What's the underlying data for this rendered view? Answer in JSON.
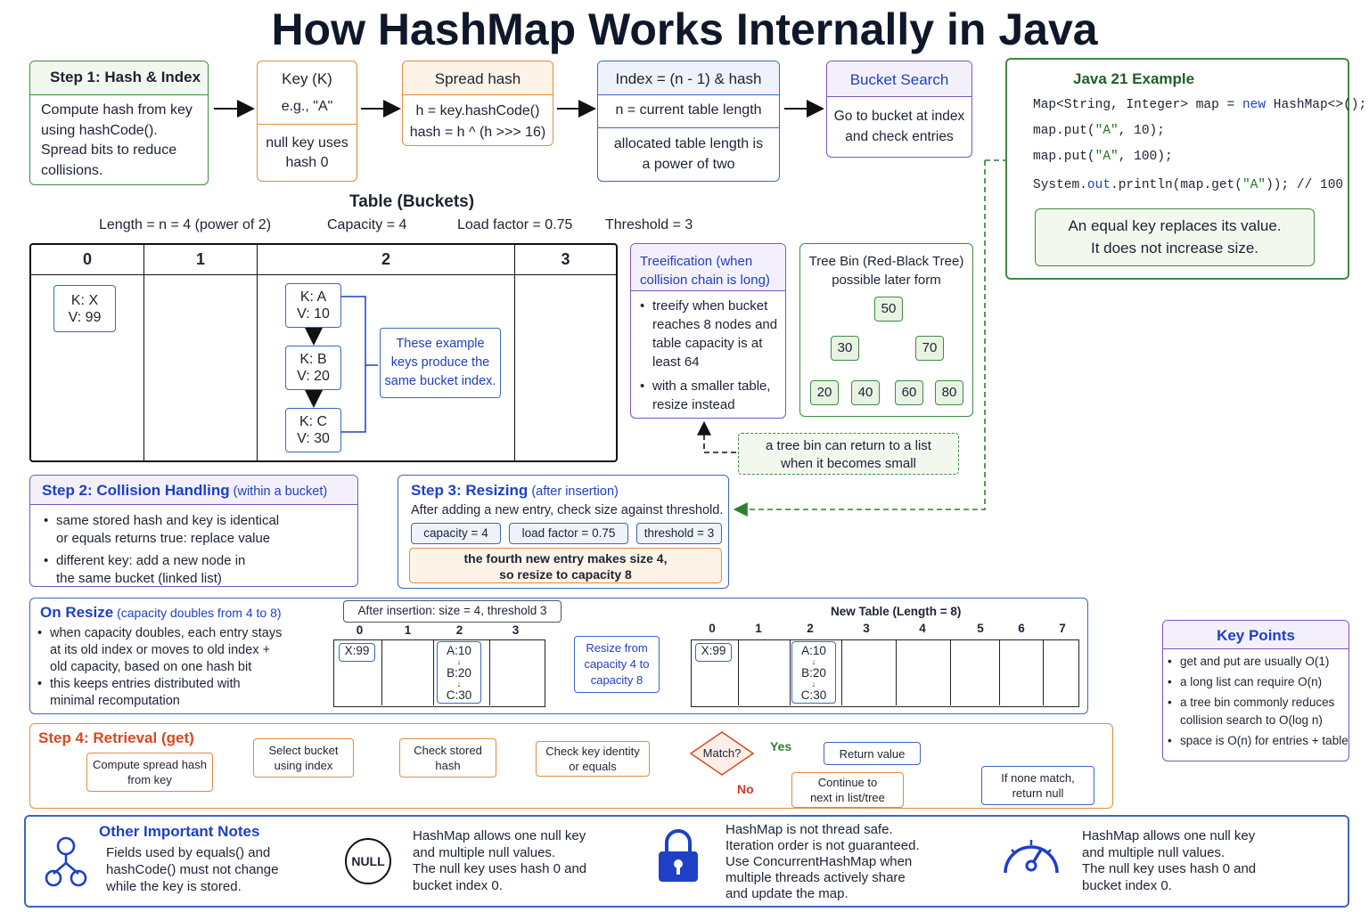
{
  "title": "How HashMap Works Internally in Java",
  "steps": {
    "s1": {
      "title": "Step 1: Hash & Index",
      "body": [
        "Compute hash from key",
        "using hashCode().",
        "Spread bits to reduce",
        "collisions."
      ]
    },
    "key": {
      "title": "Key (K)",
      "eg": "e.g., \"A\"",
      "null1": "null key uses",
      "null2": "hash 0"
    },
    "spread": {
      "title": "Spread hash",
      "l1": "h = key.hashCode()",
      "l2": "hash = h ^ (h >>> 16)"
    },
    "index": {
      "title": "Index = (n - 1) & hash",
      "l1": "n = current table length",
      "l2": "allocated table length is",
      "l3": "a power of two"
    },
    "bucket": {
      "title": "Bucket Search",
      "l1": "Go to bucket at index",
      "l2": "and check entries"
    }
  },
  "java": {
    "title": "Java 21 Example",
    "l1a": "Map<String, Integer> map = ",
    "l1kw": "new",
    "l1b": " HashMap<>();",
    "l2a": "map.put(",
    "l2s": "\"A\"",
    "l2b": ", 10);",
    "l3a": "map.put(",
    "l3s": "\"A\"",
    "l3b": ", 100);",
    "l4a": "System.",
    "l4kw": "out",
    "l4b": ".println(map.get(",
    "l4s": "\"A\"",
    "l4c": ")); // 100",
    "note1": "An equal key replaces its value.",
    "note2": "It does not increase size."
  },
  "table": {
    "title": "Table (Buckets)",
    "length": "Length = n = 4 (power of 2)",
    "capacity": "Capacity = 4",
    "load": "Load factor = 0.75",
    "threshold": "Threshold = 3",
    "cols": [
      "0",
      "1",
      "2",
      "3"
    ],
    "e0k": "K: X",
    "e0v": "V: 99",
    "eak": "K: A",
    "eav": "V: 10",
    "ebk": "K: B",
    "ebv": "V: 20",
    "eck": "K: C",
    "ecv": "V: 30",
    "note": [
      "These example",
      "keys produce the",
      "same bucket index."
    ]
  },
  "treeify": {
    "title1": "Treeification",
    "title1b": " (when",
    "title2": "collision chain is long)",
    "b1": [
      "treeify when bucket",
      "reaches 8 nodes and",
      "table capacity is at",
      "least 64"
    ],
    "b2": [
      "with a smaller table,",
      "resize instead"
    ]
  },
  "treebin": {
    "title": "Tree Bin (Red-Black Tree)",
    "sub": "possible later form",
    "nodes": [
      "50",
      "30",
      "70",
      "20",
      "40",
      "60",
      "80"
    ]
  },
  "untree": [
    "a tree bin can return to a list",
    "when it becomes small"
  ],
  "s2": {
    "title": "Step 2: Collision Handling",
    "sub": " (within a bucket)",
    "b1": [
      "same stored hash and key is identical",
      "or equals returns true: replace value"
    ],
    "b2": [
      "different key: add a new node in",
      "the same bucket (linked list)"
    ]
  },
  "s3": {
    "title": "Step 3: Resizing",
    "sub": " (after insertion)",
    "l1": "After adding a new entry, check size against threshold.",
    "p1": "capacity = 4",
    "p2": "load factor = 0.75",
    "p3": "threshold = 3",
    "w1": "the fourth new entry makes size 4,",
    "w2": "so resize to capacity 8"
  },
  "resize": {
    "title": "On Resize",
    "sub": " (capacity doubles from 4 to 8)",
    "b1": [
      "when capacity doubles, each entry stays",
      "at its old index or moves to old index +",
      "old capacity, based on one hash bit"
    ],
    "b2": [
      "this keeps entries distributed with",
      "minimal recomputation"
    ],
    "after": "After insertion: size = 4, threshold 3",
    "oldcols": [
      "0",
      "1",
      "2",
      "3"
    ],
    "x": "X:99",
    "a": "A:10",
    "b": "B:20",
    "c": "C:30",
    "arrow": [
      "Resize from",
      "capacity 4 to",
      "capacity 8"
    ],
    "newtitle": "New Table (Length = 8)",
    "newcols": [
      "0",
      "1",
      "2",
      "3",
      "4",
      "5",
      "6",
      "7"
    ]
  },
  "keypoints": {
    "title": "Key Points",
    "items": [
      [
        "get and put are usually O(1)"
      ],
      [
        "a long list can require O(n)"
      ],
      [
        "a tree bin commonly reduces",
        "collision search to O(log n)"
      ],
      [
        "space is O(n) for entries + table"
      ]
    ]
  },
  "s4": {
    "title": "Step 4: Retrieval (get)",
    "f1": [
      "Compute spread hash",
      "from key"
    ],
    "f2": [
      "Select bucket",
      "using index"
    ],
    "f3": [
      "Check stored",
      "hash"
    ],
    "f4": [
      "Check key identity",
      "or equals"
    ],
    "match": "Match?",
    "yes": "Yes",
    "no": "No",
    "ret": "Return value",
    "cont": [
      "Continue to",
      "next in list/tree"
    ],
    "none": [
      "If none match,",
      "return null"
    ]
  },
  "notes": {
    "title": "Other Important Notes",
    "n1": [
      "Fields used by equals() and",
      "hashCode() must not change",
      "while the key is stored."
    ],
    "nullicon": "NULL",
    "n2": [
      "HashMap allows one null key",
      "and multiple null values.",
      "The null key uses hash 0 and",
      "bucket index 0."
    ],
    "n3": [
      "HashMap is not thread safe.",
      "Iteration order is not guaranteed.",
      "Use ConcurrentHashMap when",
      "multiple threads actively share",
      "and update the map."
    ],
    "n4": [
      "HashMap allows one null key",
      "and multiple null values.",
      "The null key uses hash 0 and",
      "bucket index 0."
    ]
  }
}
